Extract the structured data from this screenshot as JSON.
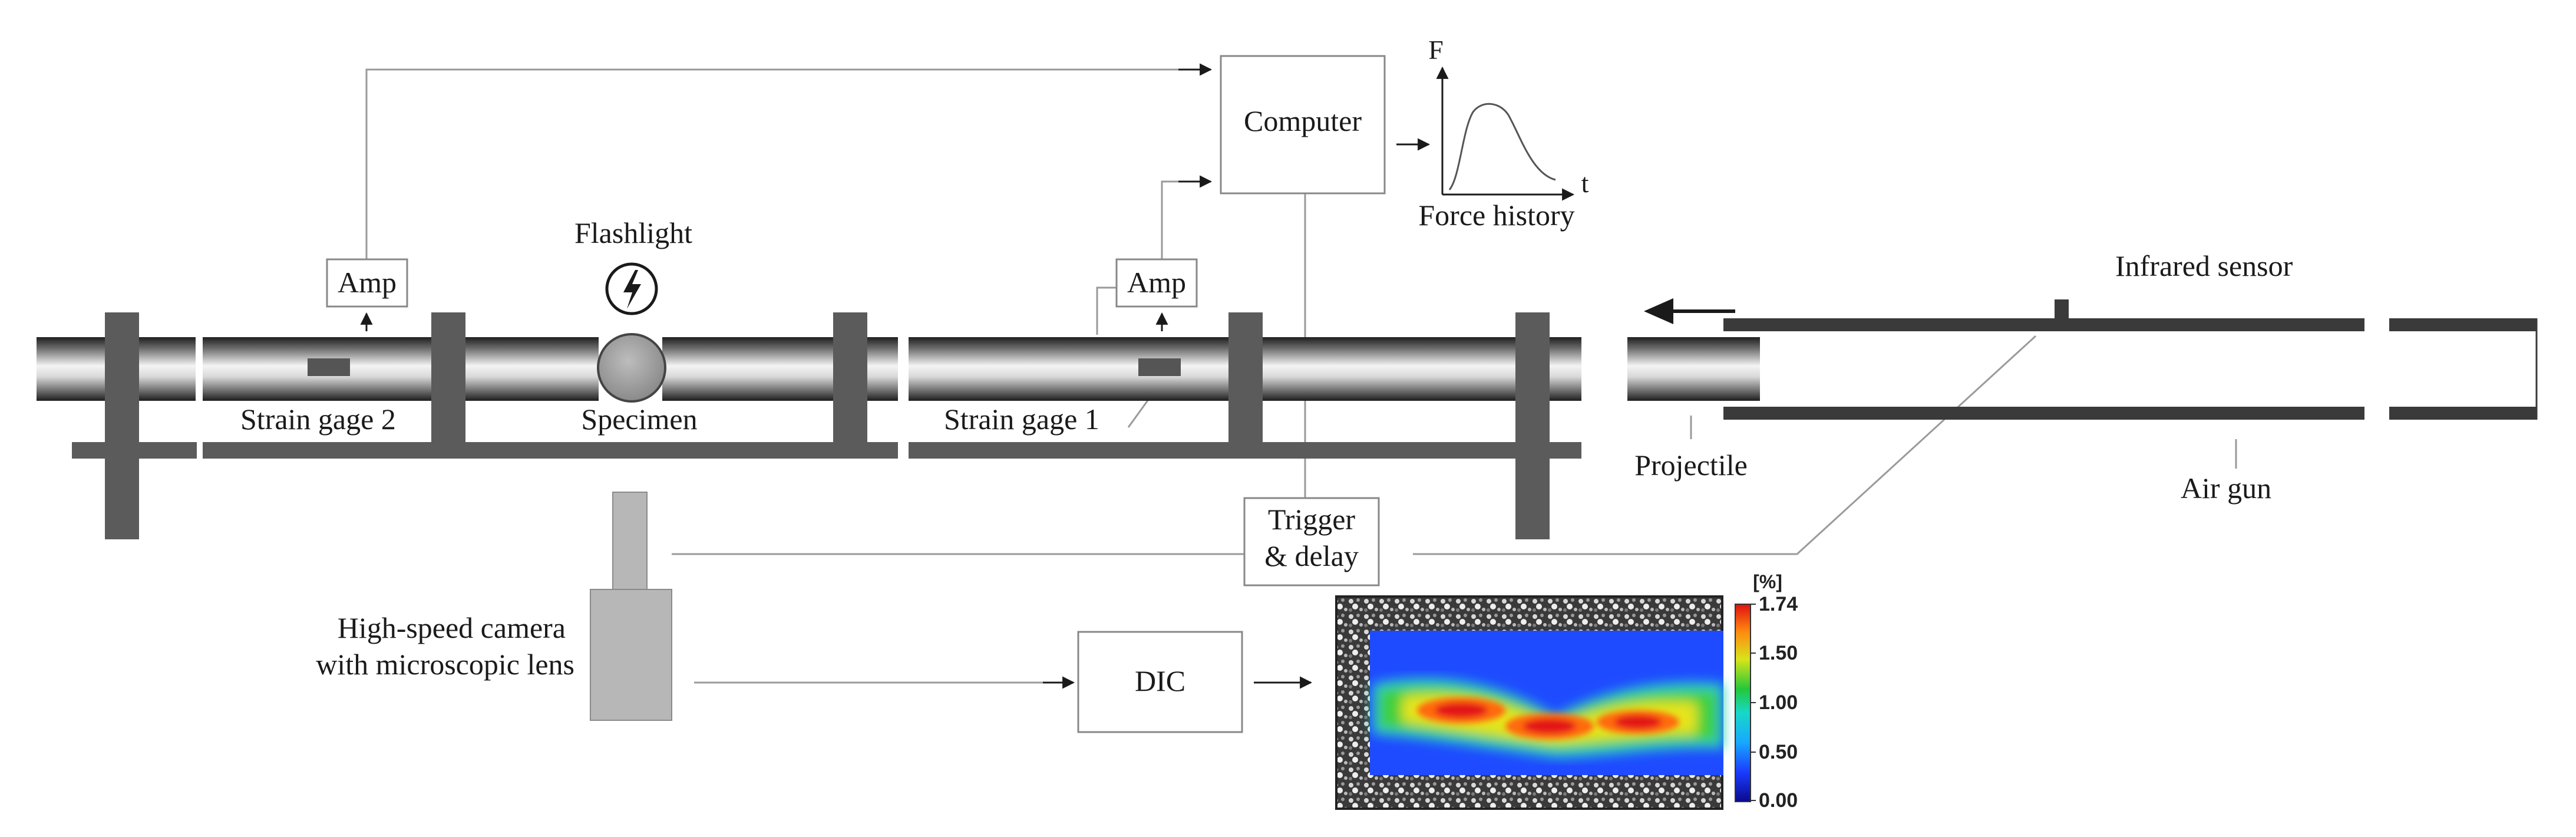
{
  "labels": {
    "computer": "Computer",
    "amp_left": "Amp",
    "amp_right": "Amp",
    "flashlight": "Flashlight",
    "specimen": "Specimen",
    "strain_gage_2": "Strain gage 2",
    "strain_gage_1": "Strain gage 1",
    "trigger_line1": "Trigger",
    "trigger_line2": "& delay",
    "dic": "DIC",
    "camera_line1": "High-speed camera",
    "camera_line2": "with microscopic lens",
    "projectile": "Projectile",
    "air_gun": "Air gun",
    "infrared_sensor": "Infrared sensor",
    "force_history": "Force history",
    "axis_f": "F",
    "axis_t": "t"
  },
  "colorbar": {
    "unit": "[%]",
    "ticks": [
      "1.74",
      "1.50",
      "1.00",
      "0.50",
      "0.00"
    ]
  },
  "colors": {
    "bar_dark": "#5b5b5b",
    "line_gray": "#9a9a9a",
    "camera_fill": "#b7b7b7"
  }
}
